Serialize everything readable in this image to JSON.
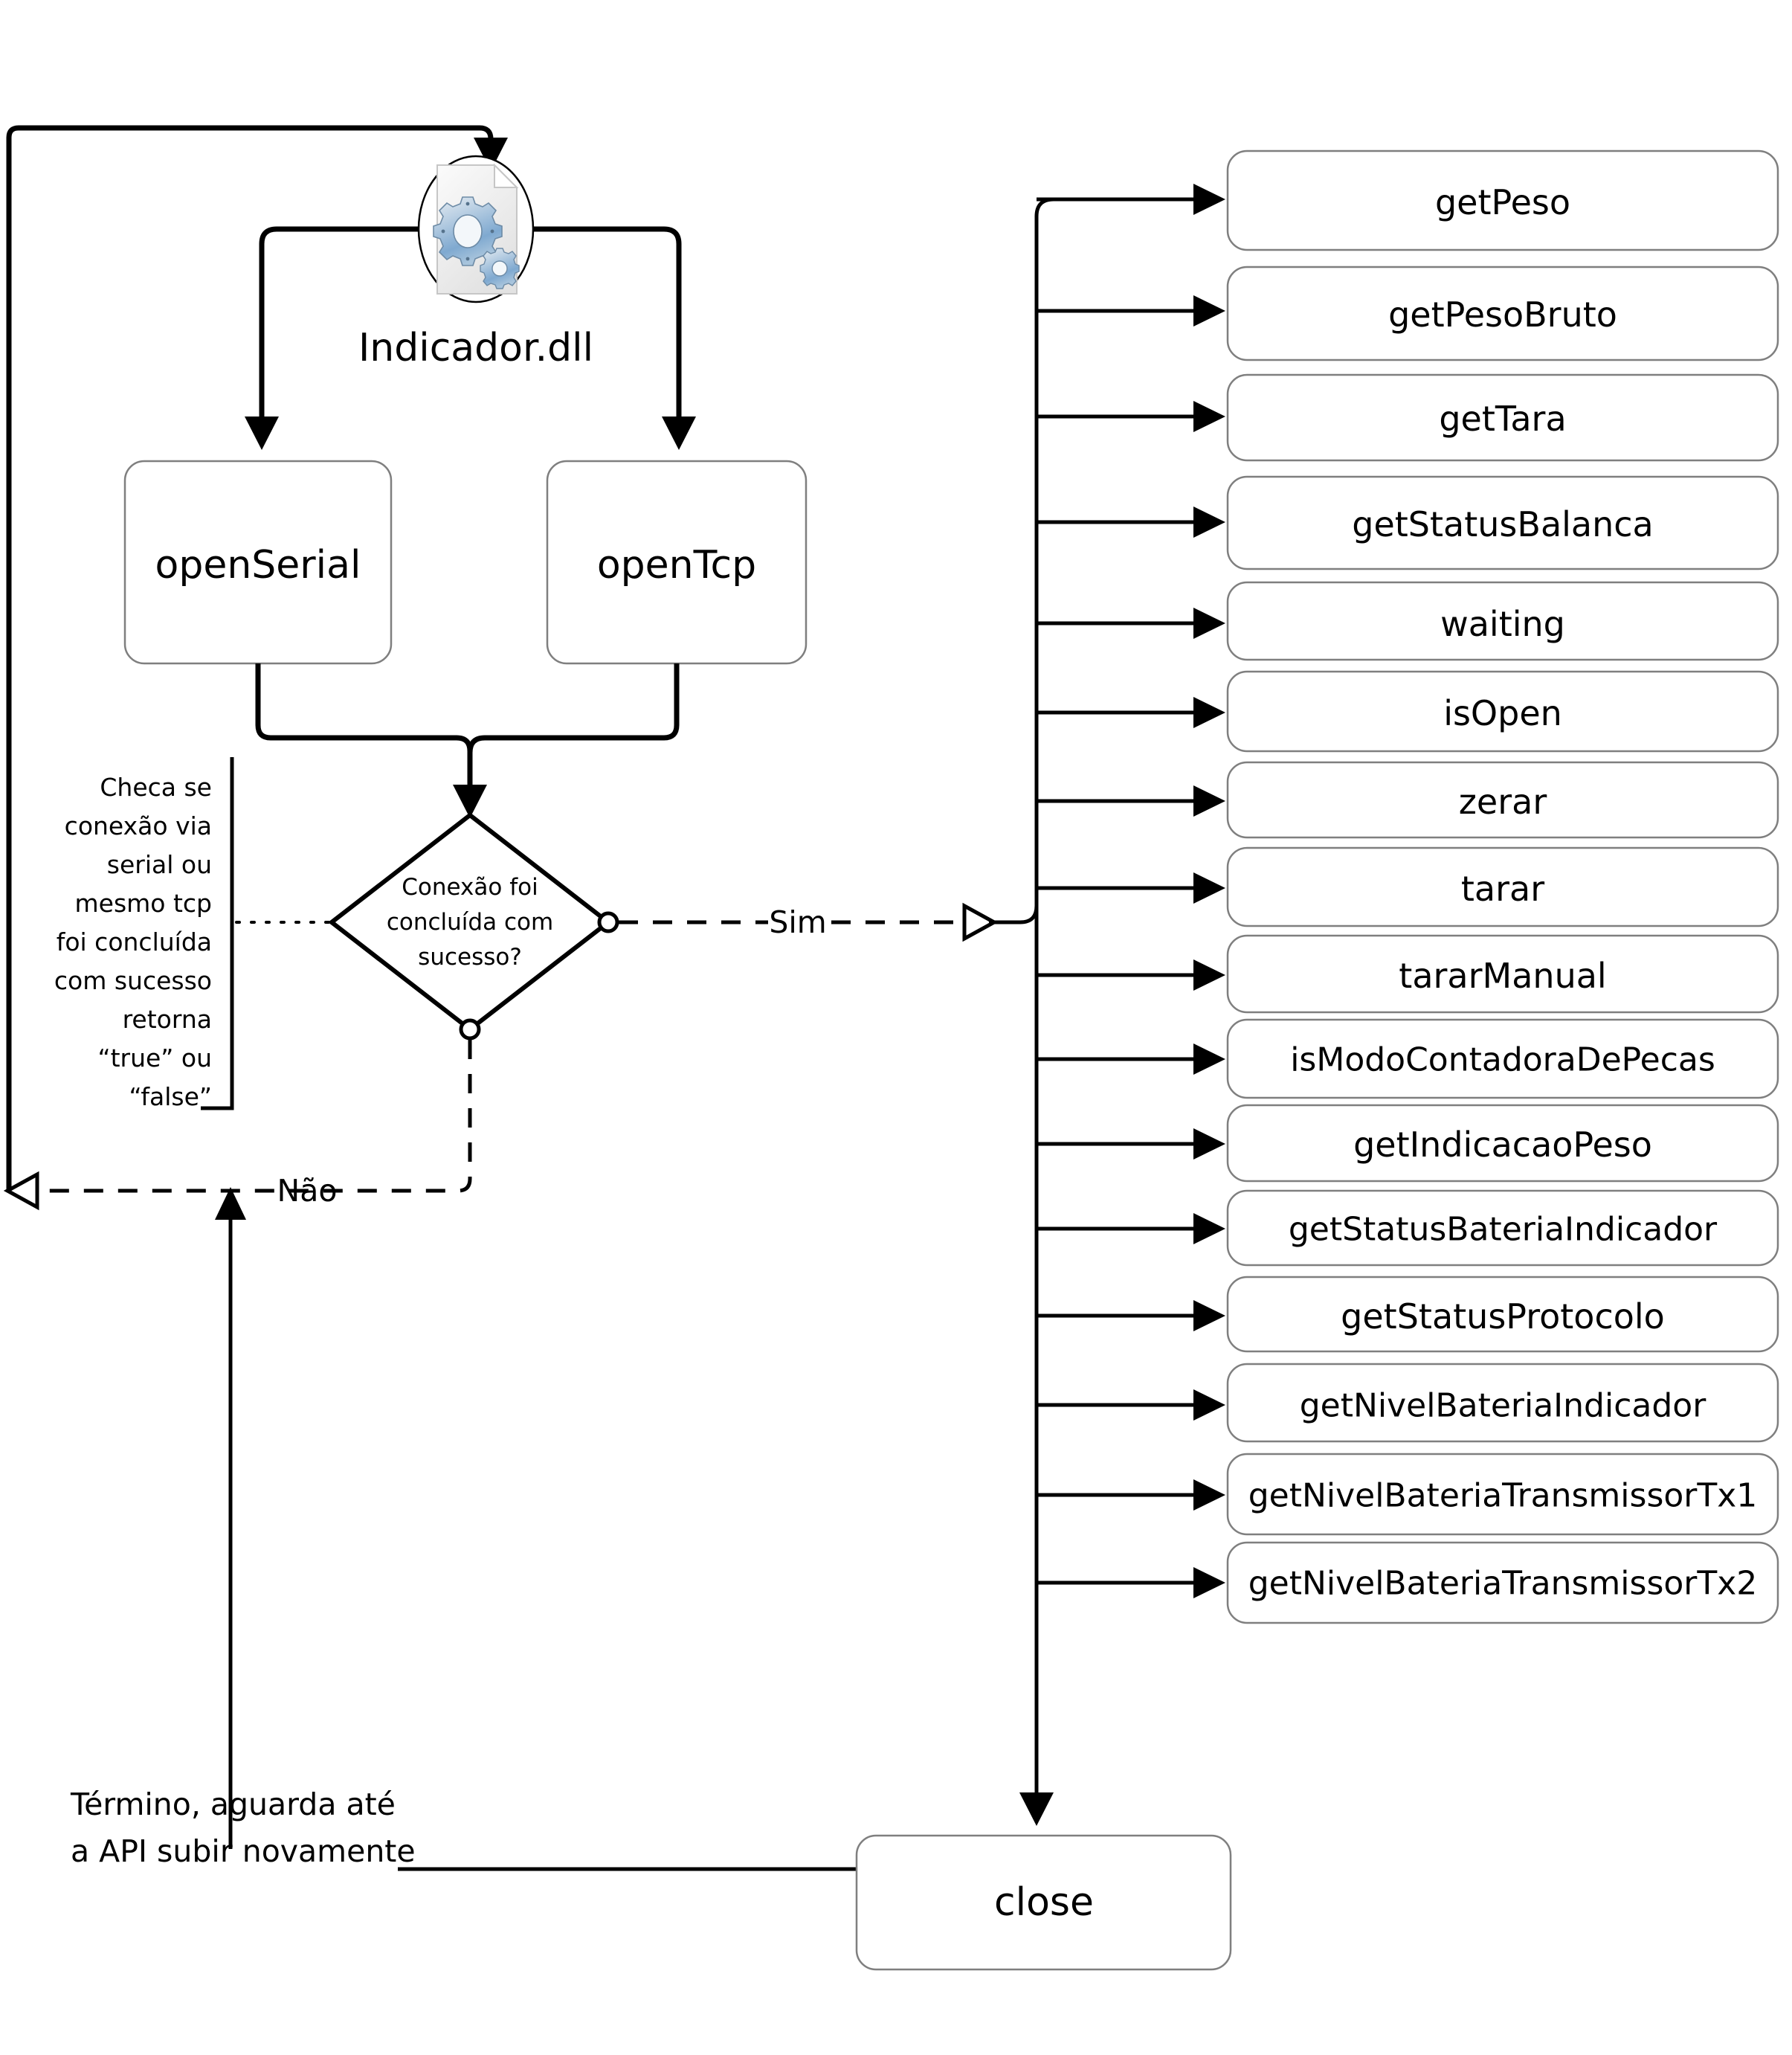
{
  "diagram": {
    "title": "Indicador.dll API flowchart",
    "colors": {
      "line": "#000000",
      "box_stroke": "#7f7f7f",
      "background": "#ffffff",
      "icon_gear": "#8fb4d9"
    },
    "entry": {
      "label": "Indicador.dll",
      "icon": "dll-gears-document-icon"
    },
    "open_nodes": [
      {
        "id": "openSerial",
        "label": "openSerial"
      },
      {
        "id": "openTcp",
        "label": "openTcp"
      }
    ],
    "decision": {
      "label_line1": "Conexão foi",
      "label_line2": "concluída com",
      "label_line3": "sucesso?",
      "yes_label": "Sim",
      "no_label": "Não"
    },
    "annotation": {
      "lines": [
        "Checa se",
        "conexão via",
        "serial ou",
        "mesmo tcp",
        "foi concluída",
        "com sucesso",
        "retorna",
        "“true” ou",
        "“false”"
      ]
    },
    "termino": {
      "line1": "Término, aguarda até",
      "line2": "a API subir novamente"
    },
    "close_node": {
      "label": "close"
    },
    "functions": [
      {
        "label": "getPeso"
      },
      {
        "label": "getPesoBruto"
      },
      {
        "label": "getTara"
      },
      {
        "label": "getStatusBalanca"
      },
      {
        "label": "waiting"
      },
      {
        "label": "isOpen"
      },
      {
        "label": "zerar"
      },
      {
        "label": "tarar"
      },
      {
        "label": "tararManual"
      },
      {
        "label": "isModoContadoraDePecas"
      },
      {
        "label": "getIndicacaoPeso"
      },
      {
        "label": "getStatusBateriaIndicador"
      },
      {
        "label": "getStatusProtocolo"
      },
      {
        "label": "getNivelBateriaIndicador"
      },
      {
        "label": "getNivelBateriaTransmissorTx1"
      },
      {
        "label": "getNivelBateriaTransmissorTx2"
      }
    ]
  }
}
